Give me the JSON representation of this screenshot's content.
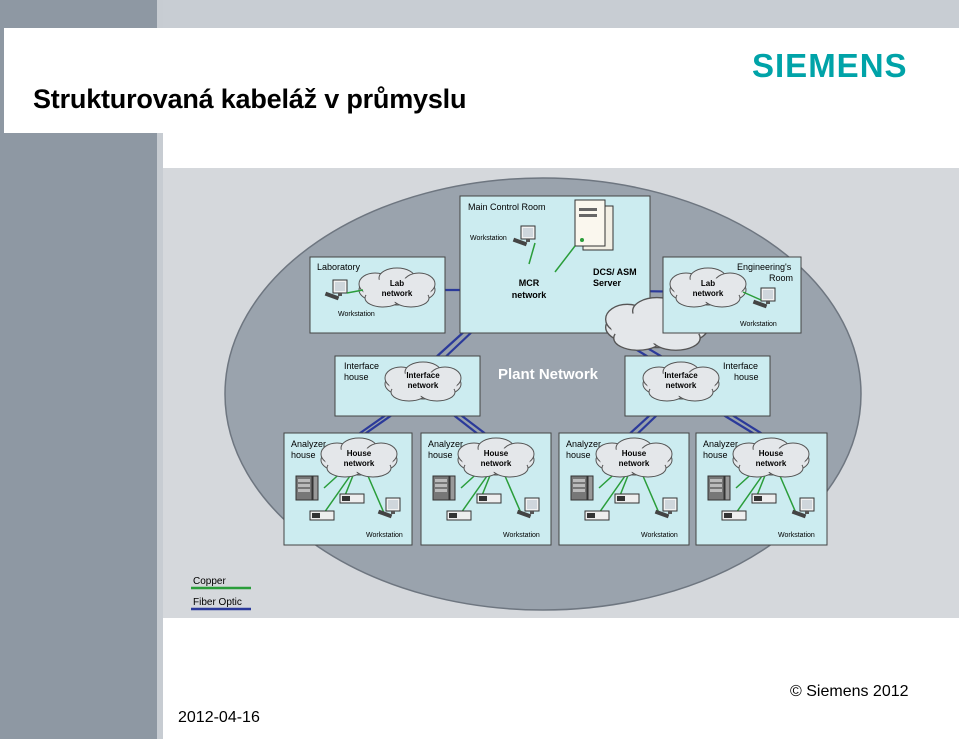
{
  "slide": {
    "title": "Strukturovaná kabeláž v průmyslu",
    "logo_text": "SIEMENS",
    "date": "2012-04-16",
    "copyright": "© Siemens 2012"
  },
  "diagram": {
    "plant_network_label": "Plant Network",
    "main_control_room": {
      "title": "Main Control Room",
      "workstation": "Workstation",
      "network_line1": "MCR",
      "network_line2": "network",
      "server_line1": "DCS/ ASM",
      "server_line2": "Server"
    },
    "laboratory": {
      "title": "Laboratory",
      "network_line1": "Lab",
      "network_line2": "network",
      "workstation": "Workstation"
    },
    "engineering_room": {
      "title_line1": "Engineering's",
      "title_line2": "Room",
      "network_line1": "Lab",
      "network_line2": "network",
      "workstation": "Workstation"
    },
    "interface_houses": [
      {
        "title_line1": "Interface",
        "title_line2": "house",
        "network_line1": "Interface",
        "network_line2": "network"
      },
      {
        "title_line1": "Interface",
        "title_line2": "house",
        "network_line1": "Interface",
        "network_line2": "network"
      }
    ],
    "analyzer_houses": [
      {
        "title_line1": "Analyzer",
        "title_line2": "house",
        "network_line1": "House",
        "network_line2": "network",
        "workstation": "Workstation"
      },
      {
        "title_line1": "Analyzer",
        "title_line2": "house",
        "network_line1": "House",
        "network_line2": "network",
        "workstation": "Workstation"
      },
      {
        "title_line1": "Analyzer",
        "title_line2": "house",
        "network_line1": "House",
        "network_line2": "network",
        "workstation": "Workstation"
      },
      {
        "title_line1": "Analyzer",
        "title_line2": "house",
        "network_line1": "House",
        "network_line2": "network",
        "workstation": "Workstation"
      }
    ],
    "legend": {
      "copper": "Copper",
      "fiber_optic": "Fiber Optic"
    }
  },
  "colors": {
    "logo": "#00a3a8",
    "copper_line": "#2a9d3a",
    "fiber_line": "#2b3a9a",
    "box_fill": "#ccecf0",
    "ellipse_fill": "#9aa3ad",
    "background_gray": "#d5d8dc"
  }
}
